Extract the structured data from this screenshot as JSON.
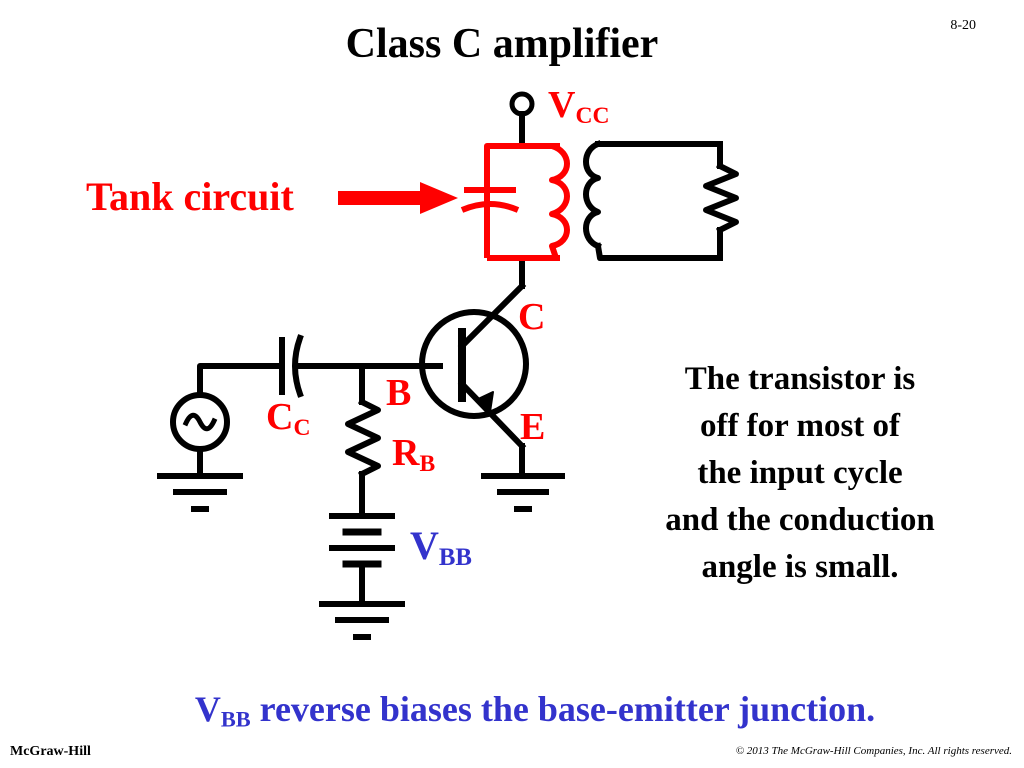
{
  "slide": {
    "title": "Class C amplifier",
    "number": "8-20"
  },
  "labels": {
    "tank_circuit": "Tank circuit",
    "vcc": {
      "main": "V",
      "sub": "CC"
    },
    "collector": "C",
    "base": "B",
    "emitter": "E",
    "cc": {
      "main": "C",
      "sub": "C"
    },
    "rb": {
      "main": "R",
      "sub": "B"
    },
    "vbb": {
      "main": "V",
      "sub": "BB"
    }
  },
  "description": [
    "The transistor is",
    "off for most of",
    "the input cycle",
    "and the conduction",
    "angle is small."
  ],
  "bottom_note": {
    "main": "V",
    "sub": "BB",
    "rest": " reverse biases the base-emitter junction."
  },
  "footer": {
    "publisher": "McGraw-Hill",
    "copyright": "© 2013 The McGraw-Hill Companies, Inc. All rights reserved."
  },
  "colors": {
    "highlight": "#ff0000",
    "accent_blue": "#3333cc",
    "wire": "#000000"
  }
}
